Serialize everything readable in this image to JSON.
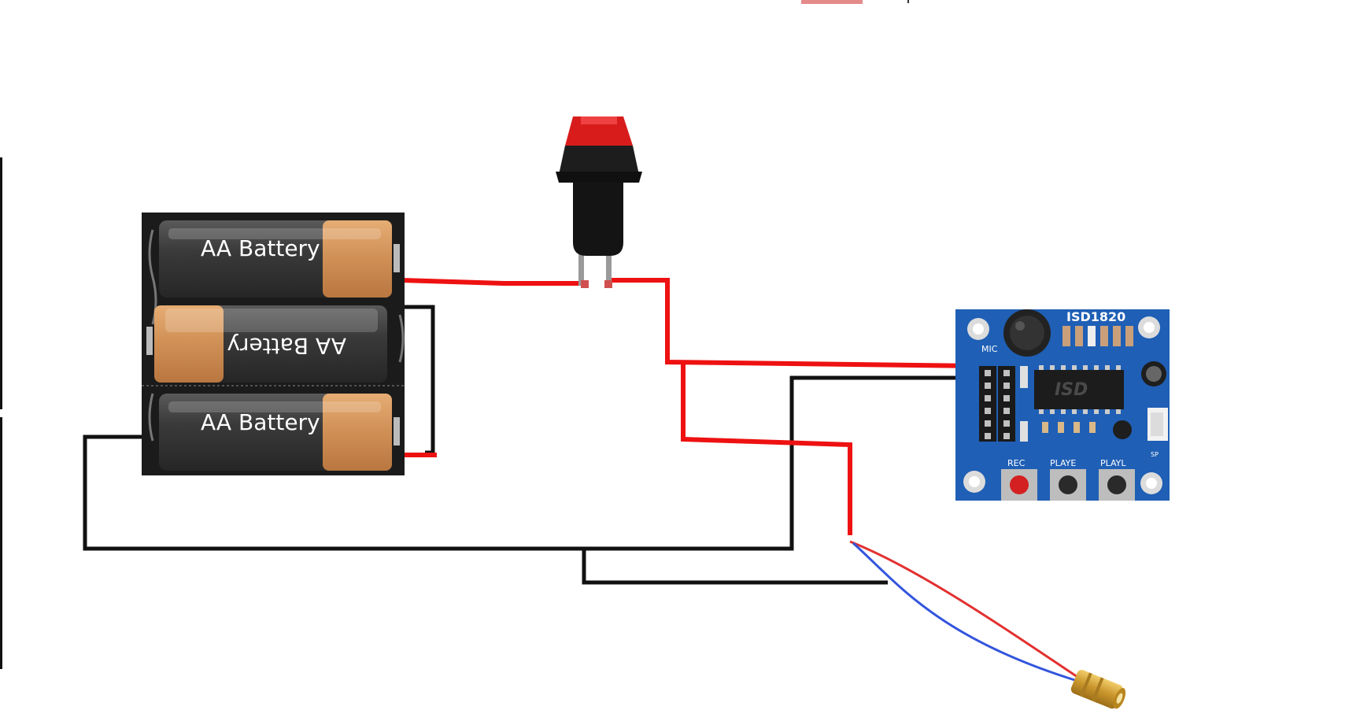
{
  "batteries": [
    {
      "label": "AA Battery",
      "orientation": "normal"
    },
    {
      "label": "AA Battery",
      "orientation": "flipped"
    },
    {
      "label": "AA Battery",
      "orientation": "normal"
    }
  ],
  "module": {
    "title": "ISD1820",
    "mic_label": "MIC",
    "chip_label": "ISD",
    "buttons": [
      "REC",
      "PLAYE",
      "PLAYL"
    ],
    "speaker_label": "SP"
  },
  "colors": {
    "wire_red": "#ee1111",
    "wire_black": "#111111",
    "wire_blue": "#3355dd",
    "pcb_blue": "#1f5fb5",
    "battery_copper": "#d09358",
    "battery_body": "#3b3b3b",
    "button_cap": "#e02020",
    "laser_brass": "#d4a437"
  },
  "icons": [
    "battery-icon",
    "push-button-icon",
    "microphone-icon",
    "laser-diode-icon"
  ]
}
